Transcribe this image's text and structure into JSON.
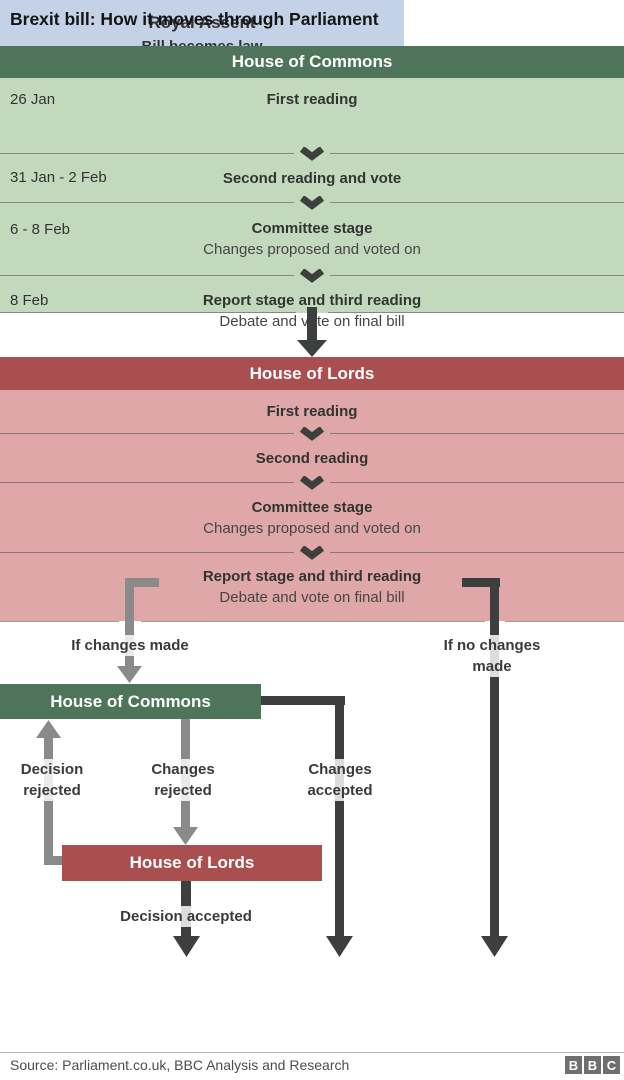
{
  "title": "Brexit bill: How it moves through Parliament",
  "commons": {
    "header": "House of Commons",
    "rows": [
      {
        "date": "26 Jan",
        "title": "First reading"
      },
      {
        "date": "31 Jan - 2 Feb",
        "title": "Second reading and vote"
      },
      {
        "date": "6 - 8 Feb",
        "title": "Committee stage",
        "subtitle": "Changes proposed and voted on"
      },
      {
        "date": "8 Feb",
        "title": "Report stage and third reading",
        "subtitle": "Debate and vote on final bill"
      }
    ]
  },
  "lords": {
    "header": "House of Lords",
    "rows": [
      {
        "title": "First reading"
      },
      {
        "title": "Second reading"
      },
      {
        "title": "Committee stage",
        "subtitle": "Changes proposed and voted on"
      },
      {
        "title": "Report stage and third reading",
        "subtitle": "Debate and vote on final bill"
      }
    ]
  },
  "branches": {
    "if_changes": "If changes made",
    "if_no_changes": "If no changes made",
    "commons_box": "House of Commons",
    "decision_rejected": "Decision rejected",
    "changes_rejected": "Changes rejected",
    "changes_accepted": "Changes accepted",
    "lords_box": "House of Lords",
    "decision_accepted": "Decision accepted"
  },
  "royal_assent": {
    "title": "Royal Assent",
    "subtitle": "Bill becomes law"
  },
  "footer": {
    "source": "Source: Parliament.co.uk, BBC Analysis and Research",
    "logo_letters": [
      "B",
      "B",
      "C"
    ]
  },
  "colors": {
    "commons_header": "#4e7559",
    "commons_row": "#c3d9bd",
    "lords_header": "#a94f4f",
    "lords_row": "#dfa7a7",
    "royal_assent": "#c4d2e8",
    "dark_arrow": "#3d3e3e",
    "gray_arrow": "#8a8a8a"
  }
}
